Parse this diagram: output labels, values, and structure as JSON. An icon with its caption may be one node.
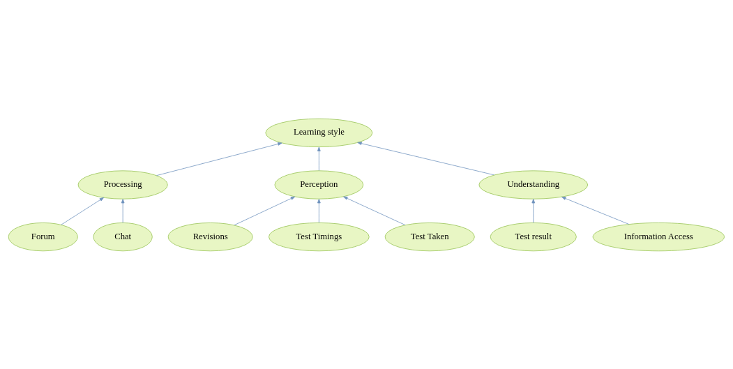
{
  "diagram": {
    "nodes": [
      {
        "text": [
          "Learning style"
        ]
      },
      {
        "text": [
          "Processing"
        ]
      },
      {
        "text": [
          "Perception"
        ]
      },
      {
        "text": [
          "Understanding"
        ]
      },
      {
        "text": [
          "Forum"
        ]
      },
      {
        "text": [
          "Chat"
        ]
      },
      {
        "text": [
          "Test result"
        ]
      },
      {
        "text": [
          "Information Access"
        ]
      },
      {
        "text": [
          "Revisions"
        ]
      },
      {
        "text": [
          "Test Timings"
        ]
      },
      {
        "text": [
          "Test Taken"
        ]
      }
    ],
    "edges": [
      {
        "from": 1,
        "to": 0,
        "arrow": "to"
      },
      {
        "from": 2,
        "to": 0,
        "arrow": "to"
      },
      {
        "from": 3,
        "to": 0,
        "arrow": "to"
      },
      {
        "from": 4,
        "to": 1,
        "arrow": "to"
      },
      {
        "from": 5,
        "to": 1,
        "arrow": "to"
      },
      {
        "from": 8,
        "to": 2,
        "arrow": "to"
      },
      {
        "from": 9,
        "to": 2,
        "arrow": "to"
      },
      {
        "from": 10,
        "to": 2,
        "arrow": "to"
      },
      {
        "from": 6,
        "to": 3,
        "arrow": "to"
      },
      {
        "from": 7,
        "to": 3,
        "arrow": "to"
      }
    ]
  }
}
